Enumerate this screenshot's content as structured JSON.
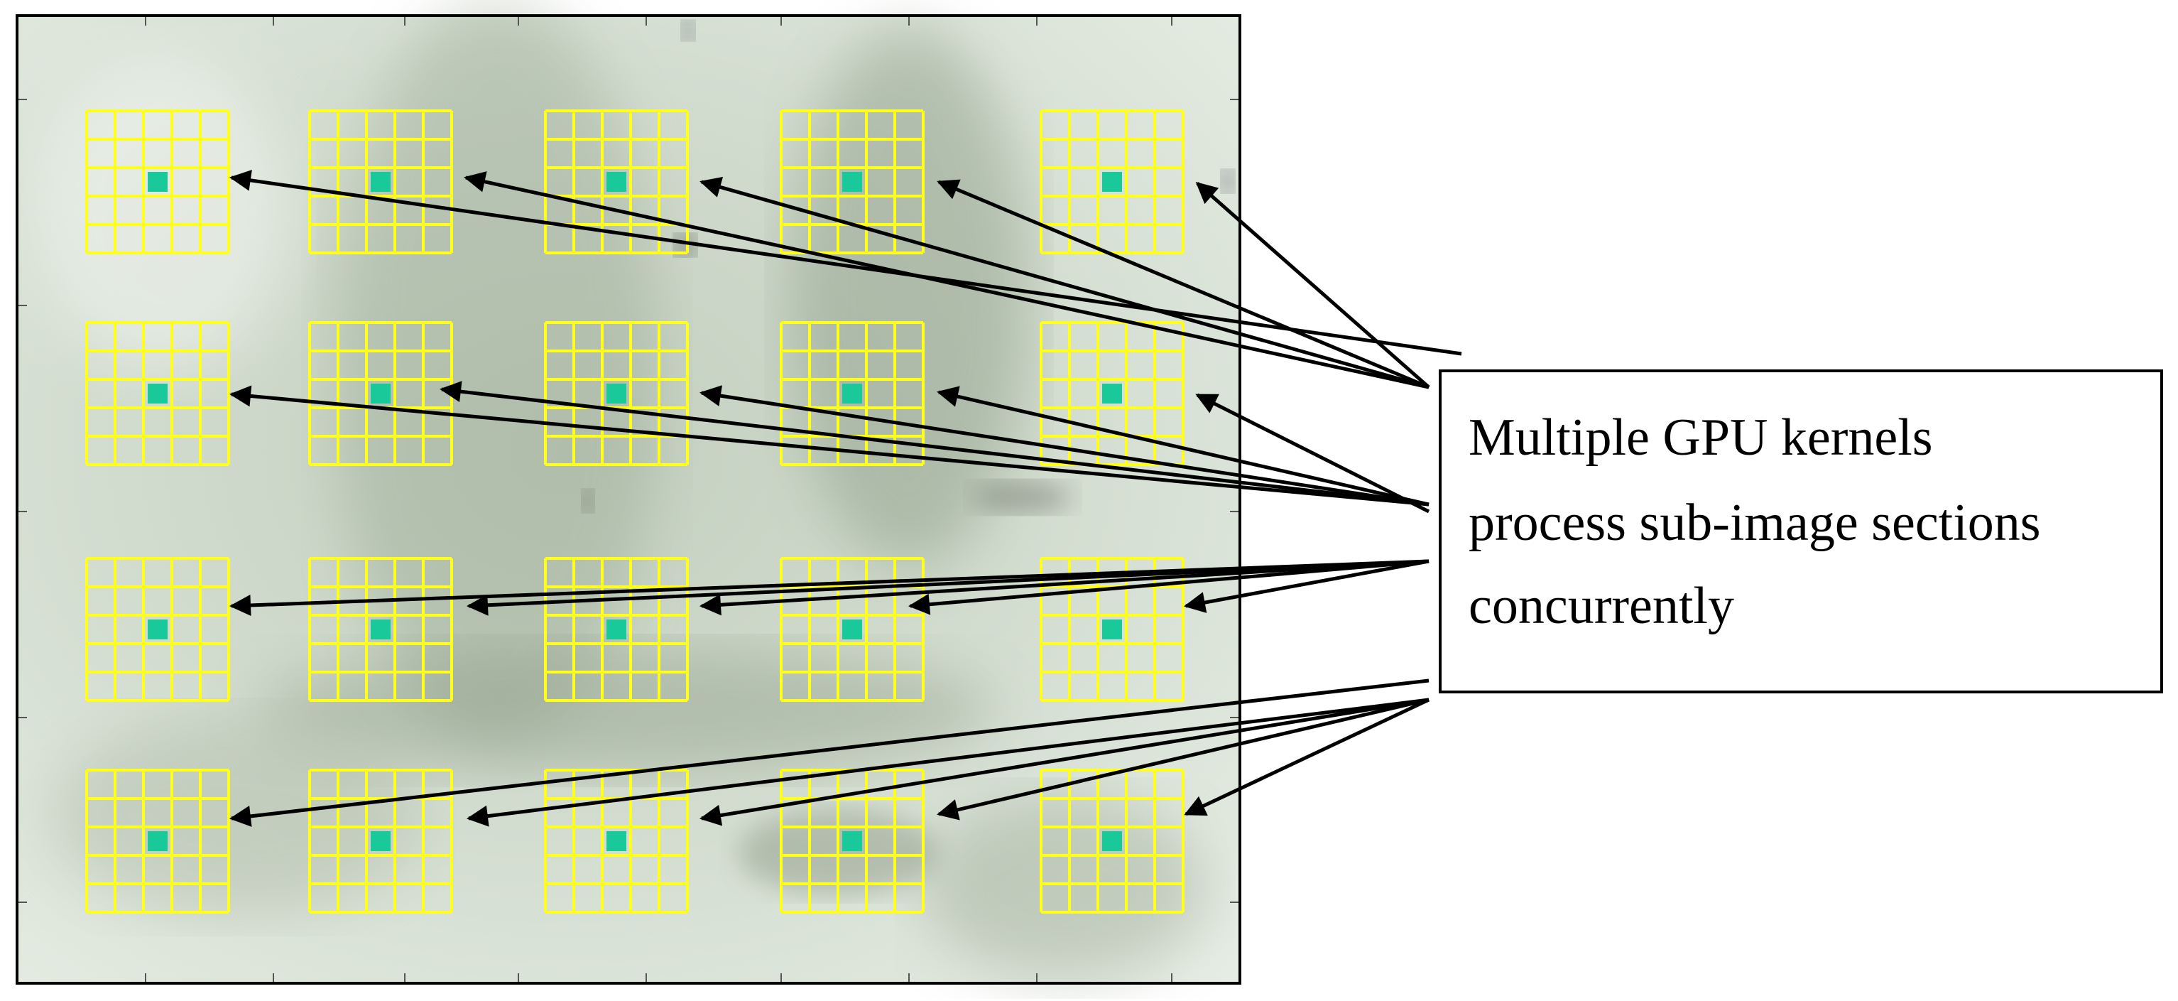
{
  "callout": {
    "lines": [
      "Multiple GPU kernels",
      "process sub-image sections",
      "concurrently"
    ]
  },
  "grid": {
    "rows": 4,
    "cols": 5,
    "cells_per_side": 5,
    "center_cell": [
      2,
      2
    ]
  },
  "colors": {
    "grid_line": "#ffff1a",
    "center_cell": "#19c99a",
    "arrow": "#000000",
    "frame": "#000000",
    "callout_fill": "#ffffff"
  }
}
